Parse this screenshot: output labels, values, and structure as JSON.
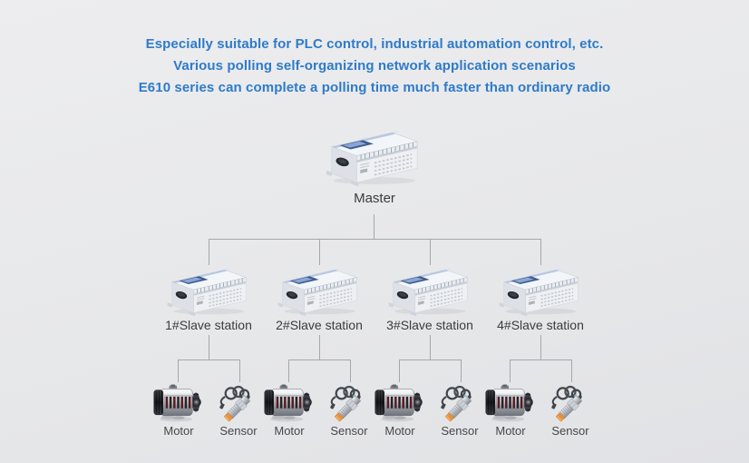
{
  "heading": {
    "line1": "Especially suitable for PLC control, industrial automation control, etc.",
    "line2": "Various polling self-organizing network application scenarios",
    "line3": "E610 series can complete a polling time much faster than ordinary radio"
  },
  "master": {
    "label": "Master",
    "icon": "plc-device-icon"
  },
  "stations": [
    {
      "label": "1#Slave station",
      "icon": "plc-device-icon",
      "devices": [
        {
          "label": "Motor",
          "icon": "motor-icon"
        },
        {
          "label": "Sensor",
          "icon": "sensor-icon"
        }
      ]
    },
    {
      "label": "2#Slave station",
      "icon": "plc-device-icon",
      "devices": [
        {
          "label": "Motor",
          "icon": "motor-icon"
        },
        {
          "label": "Sensor",
          "icon": "sensor-icon"
        }
      ]
    },
    {
      "label": "3#Slave station",
      "icon": "plc-device-icon",
      "devices": [
        {
          "label": "Motor",
          "icon": "motor-icon"
        },
        {
          "label": "Sensor",
          "icon": "sensor-icon"
        }
      ]
    },
    {
      "label": "4#Slave station",
      "icon": "plc-device-icon",
      "devices": [
        {
          "label": "Motor",
          "icon": "motor-icon"
        },
        {
          "label": "Sensor",
          "icon": "sensor-icon"
        }
      ]
    }
  ],
  "colors": {
    "heading_text": "#2e7bc9",
    "primary_text": "#3b3b3e",
    "secondary_text": "#47474a",
    "connector_line": "#a3a7ae",
    "background": "#e8e9eb",
    "plc_accent_blue": "#3f5c8e",
    "sensor_tip_orange": "#e6913d"
  }
}
